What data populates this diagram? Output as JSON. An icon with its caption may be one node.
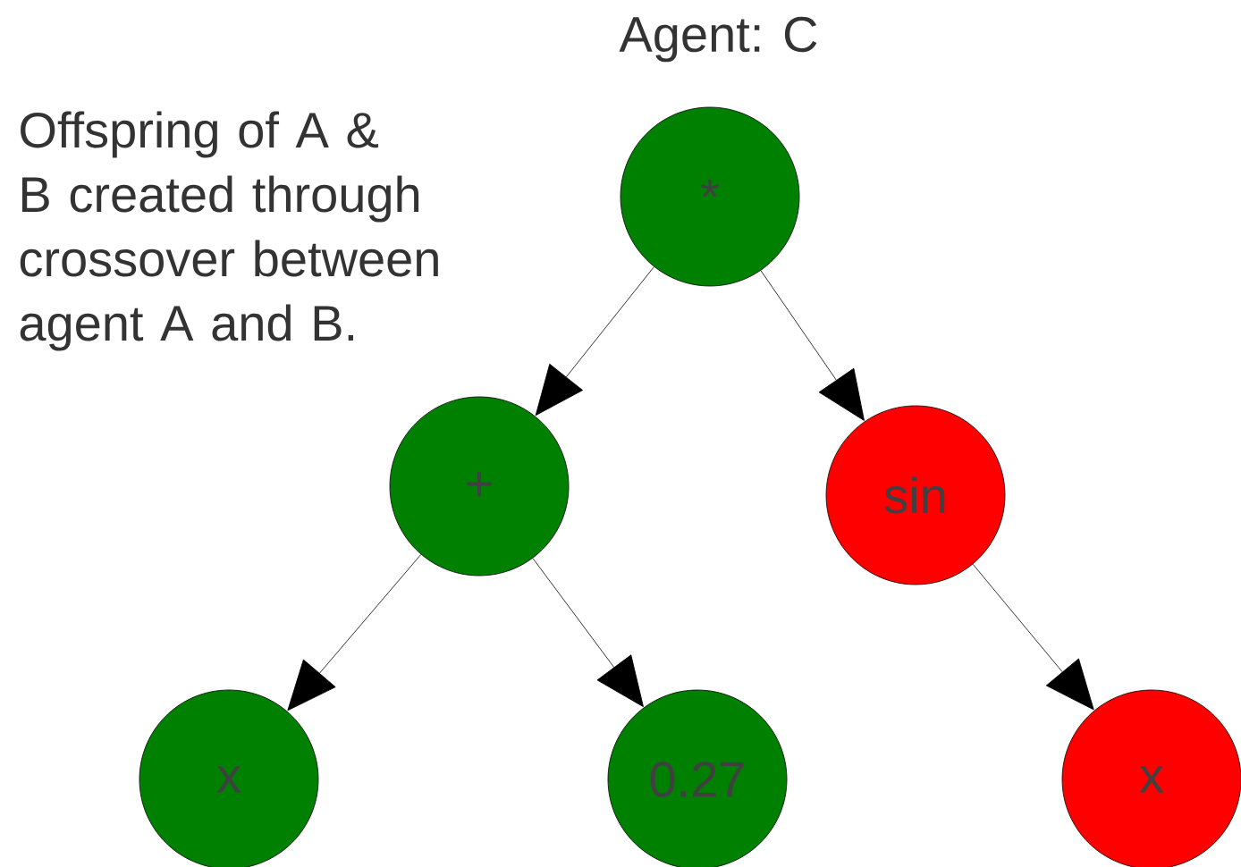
{
  "diagram": {
    "title": "Agent: C",
    "nodes": [
      {
        "text": [
          "*"
        ]
      },
      {
        "text": [
          "+"
        ]
      },
      {
        "text": [
          "sin"
        ]
      },
      {
        "text": [
          "x"
        ]
      },
      {
        "text": [
          "0.27"
        ]
      },
      {
        "text": [
          "x"
        ]
      }
    ],
    "edges": [
      {
        "from": 0,
        "to": 1,
        "arrow": "to"
      },
      {
        "from": 0,
        "to": 2,
        "arrow": "to"
      },
      {
        "from": 1,
        "to": 3,
        "arrow": "to"
      },
      {
        "from": 1,
        "to": 4,
        "arrow": "to"
      },
      {
        "from": 2,
        "to": 5,
        "arrow": "to"
      }
    ],
    "labels": [
      "Offspring of A & B created through crossover between agent A and B."
    ]
  }
}
